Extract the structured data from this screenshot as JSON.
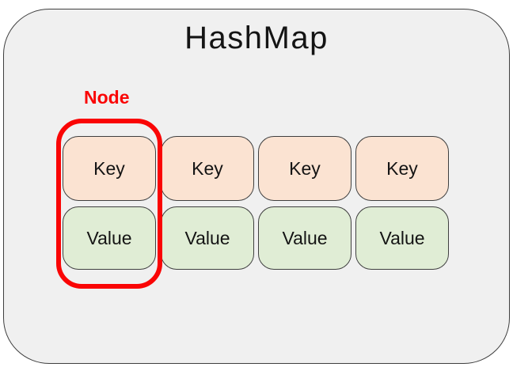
{
  "diagram": {
    "title": "HashMap",
    "node_label": "Node",
    "columns": [
      {
        "key": "Key",
        "value": "Value"
      },
      {
        "key": "Key",
        "value": "Value"
      },
      {
        "key": "Key",
        "value": "Value"
      },
      {
        "key": "Key",
        "value": "Value"
      }
    ],
    "colors": {
      "container_bg": "#f0f0f0",
      "container_border": "#3f3f3f",
      "key_bg": "#fbe3d2",
      "value_bg": "#e0edd5",
      "box_border": "#3f3f3f",
      "highlight": "#fa0505",
      "text": "#141414"
    }
  }
}
